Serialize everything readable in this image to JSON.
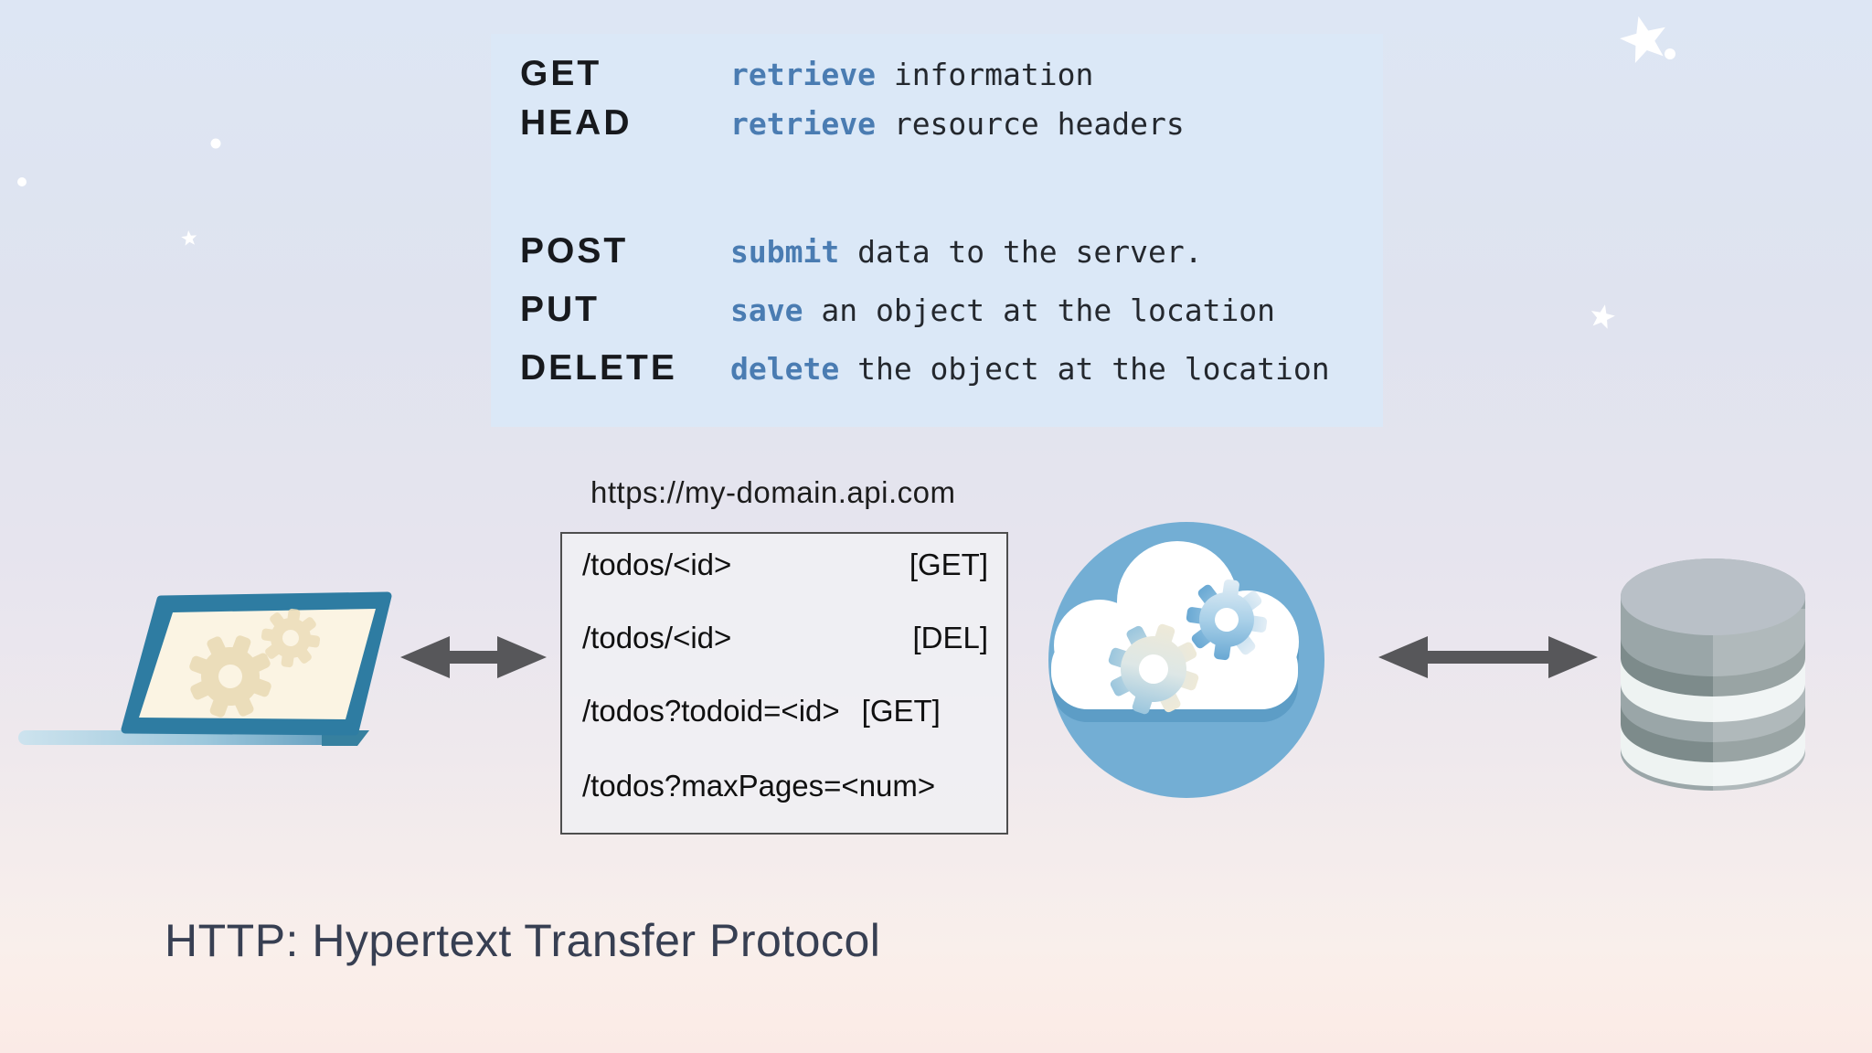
{
  "title": "HTTP: Hypertext Transfer Protocol",
  "methods_panel": {
    "rows": [
      {
        "method": "GET",
        "keyword": "retrieve",
        "rest": " information"
      },
      {
        "method": "HEAD",
        "keyword": "retrieve",
        "rest": " resource headers"
      },
      {
        "method": "POST",
        "keyword": "submit",
        "rest": " data to the server."
      },
      {
        "method": "PUT",
        "keyword": "save",
        "rest": " an object at the location"
      },
      {
        "method": "DELETE",
        "keyword": "delete",
        "rest": " the object at the location"
      }
    ]
  },
  "api": {
    "url": "https://my-domain.api.com",
    "endpoints": [
      {
        "path": "/todos/<id>",
        "verb": "[GET]"
      },
      {
        "path": "/todos/<id>",
        "verb": "[DEL]"
      },
      {
        "path": "/todos?todoid=<id>",
        "verb": "[GET]"
      },
      {
        "path": "/todos?maxPages=<num>",
        "verb": ""
      }
    ]
  },
  "icons": {
    "laptop": "laptop-with-gears",
    "cloud": "cloud-server-with-gears",
    "database": "database-cylinder",
    "arrow_left": "bidirectional-arrow",
    "arrow_right": "bidirectional-arrow",
    "stars": "sparkle-stars"
  },
  "colors": {
    "keyword_blue": "#4a7cb2",
    "panel_bg": "#dbe8f7",
    "cloud_blue": "#73aed4",
    "laptop_blue": "#2e7ca2",
    "gear_cream": "#e9d9b4",
    "arrow_gray": "#57575a",
    "box_border": "#4e4e4e",
    "title_text": "#373f52",
    "db_gray": "#9aa6a8"
  }
}
